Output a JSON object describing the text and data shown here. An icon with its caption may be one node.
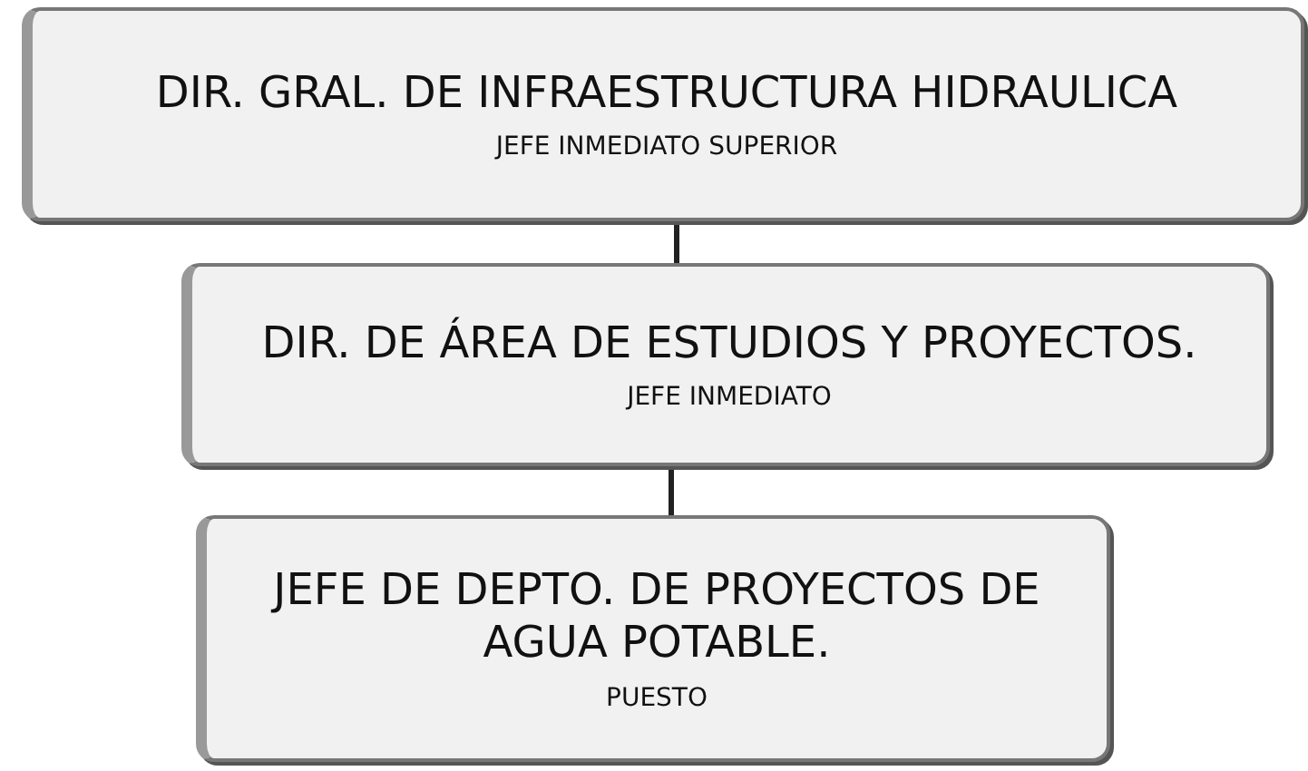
{
  "diagram": {
    "nodes": [
      {
        "text": [
          "DIR. GRAL. DE INFRAESTRUCTURA HIDRAULICA",
          "JEFE INMEDIATO SUPERIOR"
        ]
      },
      {
        "text": [
          "DIR. DE ÁREA DE ESTUDIOS Y PROYECTOS.",
          "JEFE INMEDIATO"
        ]
      },
      {
        "text": [
          "JEFE DE DEPTO. DE PROYECTOS DE AGUA POTABLE.",
          "PUESTO"
        ]
      }
    ],
    "edges": [
      {
        "from": 0,
        "to": 1,
        "arrow": "none"
      },
      {
        "from": 1,
        "to": 2,
        "arrow": "none"
      }
    ]
  }
}
